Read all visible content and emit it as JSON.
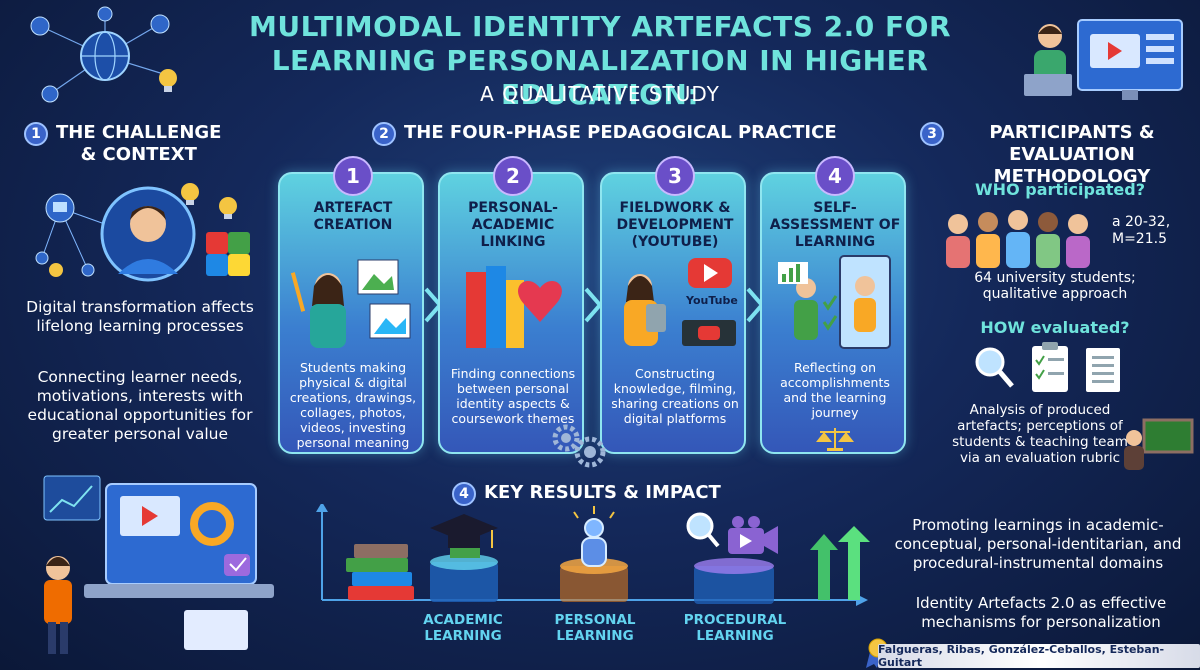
{
  "header": {
    "title_line1": "MULTIMODAL IDENTITY ARTEFACTS 2.0 FOR",
    "title_line2": "LEARNING PERSONALIZATION IN HIGHER EDUCATION:",
    "subtitle": "A QUALITATIVE STUDY"
  },
  "section1": {
    "number": "1",
    "heading_line1": "THE CHALLENGE",
    "heading_line2": "& CONTEXT",
    "text1": "Digital transformation affects lifelong learning processes",
    "text2": "Connecting learner needs, motivations, interests with educational opportunities for greater personal value"
  },
  "section2": {
    "number": "2",
    "heading": "THE FOUR-PHASE PEDAGOGICAL PRACTICE",
    "phases": [
      {
        "number": "1",
        "title": "ARTEFACT CREATION",
        "desc": "Students making physical & digital creations, drawings, collages, photos, videos, investing personal meaning"
      },
      {
        "number": "2",
        "title": "PERSONAL-ACADEMIC LINKING",
        "desc": "Finding connections between personal identity aspects & coursework themes"
      },
      {
        "number": "3",
        "title": "FIELDWORK & DEVELOPMENT (YOUTUBE)",
        "desc": "Constructing knowledge, filming, sharing creations on digital platforms"
      },
      {
        "number": "4",
        "title": "SELF-ASSESSMENT OF LEARNING",
        "desc": "Reflecting on accomplishments and the learning journey"
      }
    ],
    "youtube_label": "YouTube"
  },
  "section3": {
    "number": "3",
    "heading_line1": "PARTICIPANTS &",
    "heading_line2": "EVALUATION METHODOLOGY",
    "who_heading": "WHO participated?",
    "age_line1": "a 20-32,",
    "age_line2": "M=21.5",
    "who_text": "64 university students; qualitative approach",
    "how_heading": "HOW evaluated?",
    "how_text": "Analysis of produced artefacts; perceptions of students & teaching team via an evaluation rubric"
  },
  "section4": {
    "number": "4",
    "heading": "KEY RESULTS & IMPACT",
    "results": [
      {
        "label_line1": "ACADEMIC",
        "label_line2": "LEARNING"
      },
      {
        "label_line1": "PERSONAL",
        "label_line2": "LEARNING"
      },
      {
        "label_line1": "PROCEDURAL",
        "label_line2": "LEARNING"
      }
    ],
    "text1": "Promoting learnings in academic-conceptual, personal-identitarian, and procedural-instrumental domains",
    "text2": "Identity Artefacts 2.0 as effective mechanisms for personalization"
  },
  "footer": {
    "authors": "Falgueras, Ribas, González-Ceballos, Esteban-Guitart"
  },
  "colors": {
    "accent_cyan": "#6fe3dc",
    "phase_purple": "#6a4fc8",
    "background_navy": "#14285a"
  }
}
